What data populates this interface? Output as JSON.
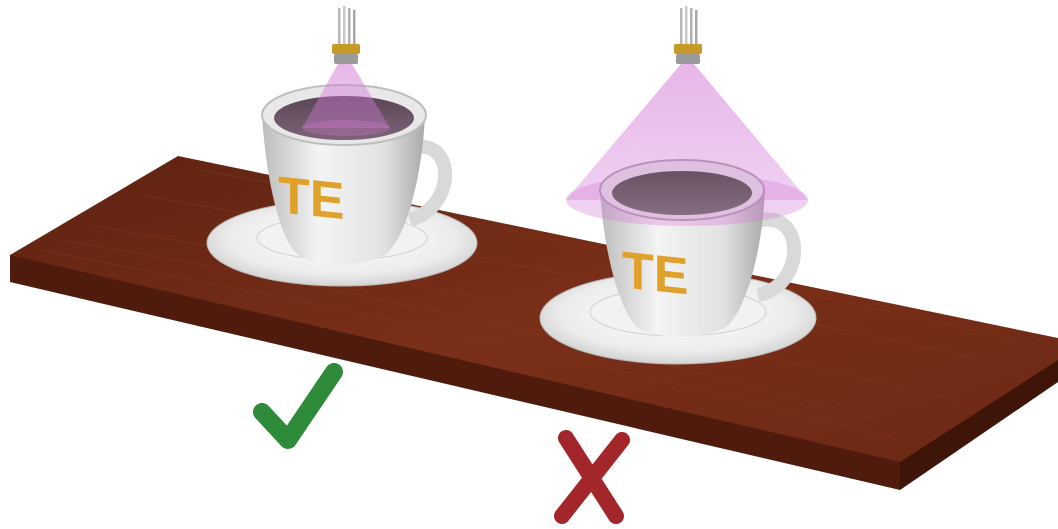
{
  "logo_text": "TE",
  "colors": {
    "background": "#ffffff",
    "board_top": "#7a2f18",
    "board_side": "#4f1b0c",
    "cup": "#eaeaea",
    "logo": "#e0a12a",
    "beam": "#d37ad6",
    "check": "#2e8b3a",
    "cross": "#a3272a",
    "sensor_pins": "#b8b8b8",
    "sensor_ring": "#c79a28"
  },
  "icons": {
    "good": "check-icon",
    "bad": "cross-icon",
    "sensor": "proximity-sensor-icon"
  },
  "scenes": [
    {
      "id": "narrow-beam",
      "verdict": "correct"
    },
    {
      "id": "wide-beam",
      "verdict": "incorrect"
    }
  ]
}
